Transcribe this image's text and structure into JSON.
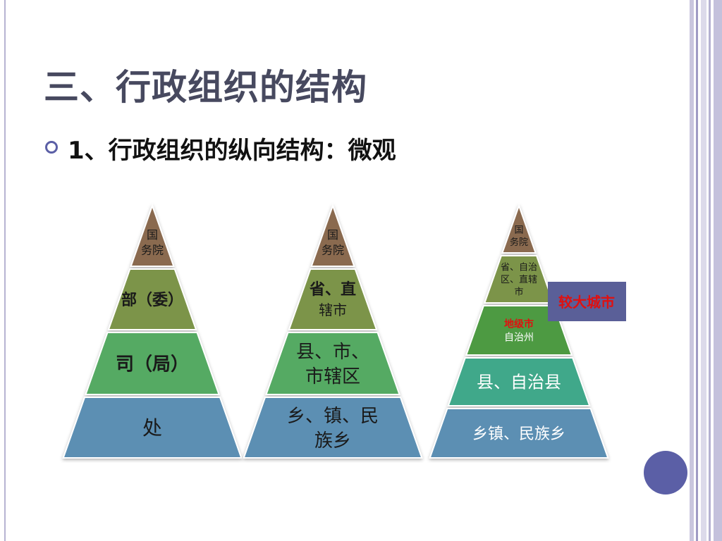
{
  "slide": {
    "title": "三、行政组织的结构",
    "bullet": "1、行政组织的纵向结构：微观"
  },
  "colors": {
    "accent": "#5b5fa6",
    "title": "#47495f",
    "level_brown": "#8a6a4f",
    "level_olive": "#7b9448",
    "level_green": "#55aa64",
    "level_green_dark": "#4d9a42",
    "level_teal": "#3fa88a",
    "level_blue": "#5b8fb3",
    "callout_bg": "#5a5f98",
    "red_text": "#e01010"
  },
  "pyramids": [
    {
      "id": "left",
      "levels": [
        {
          "lines": [
            "国",
            "务院"
          ],
          "color": "#8a6a4f"
        },
        {
          "lines": [
            "部（委）"
          ],
          "color": "#7b9448"
        },
        {
          "lines": [
            "司（局）"
          ],
          "color": "#55aa64"
        },
        {
          "lines": [
            "处"
          ],
          "color": "#5b8fb3"
        }
      ]
    },
    {
      "id": "middle",
      "levels": [
        {
          "lines": [
            "国",
            "务院"
          ],
          "color": "#8a6a4f"
        },
        {
          "lines": [
            "省、直",
            "辖市"
          ],
          "color": "#7b9448"
        },
        {
          "lines": [
            "县、市、",
            "市辖区"
          ],
          "color": "#55aa64"
        },
        {
          "lines": [
            "乡、镇、民",
            "族乡"
          ],
          "color": "#5b8fb3"
        }
      ]
    },
    {
      "id": "right",
      "levels": [
        {
          "lines": [
            "国",
            "务院"
          ],
          "color": "#8a6a4f"
        },
        {
          "lines": [
            "省、自治",
            "区、直辖",
            "市"
          ],
          "color": "#7b9448"
        },
        {
          "lines": [
            "地级市",
            "自治州"
          ],
          "color": "#4d9a42"
        },
        {
          "lines": [
            "县、自治县"
          ],
          "color": "#3fa88a"
        },
        {
          "lines": [
            "乡镇、民族乡"
          ],
          "color": "#5b8fb3"
        }
      ]
    }
  ],
  "callout": {
    "text": "较大城市"
  }
}
